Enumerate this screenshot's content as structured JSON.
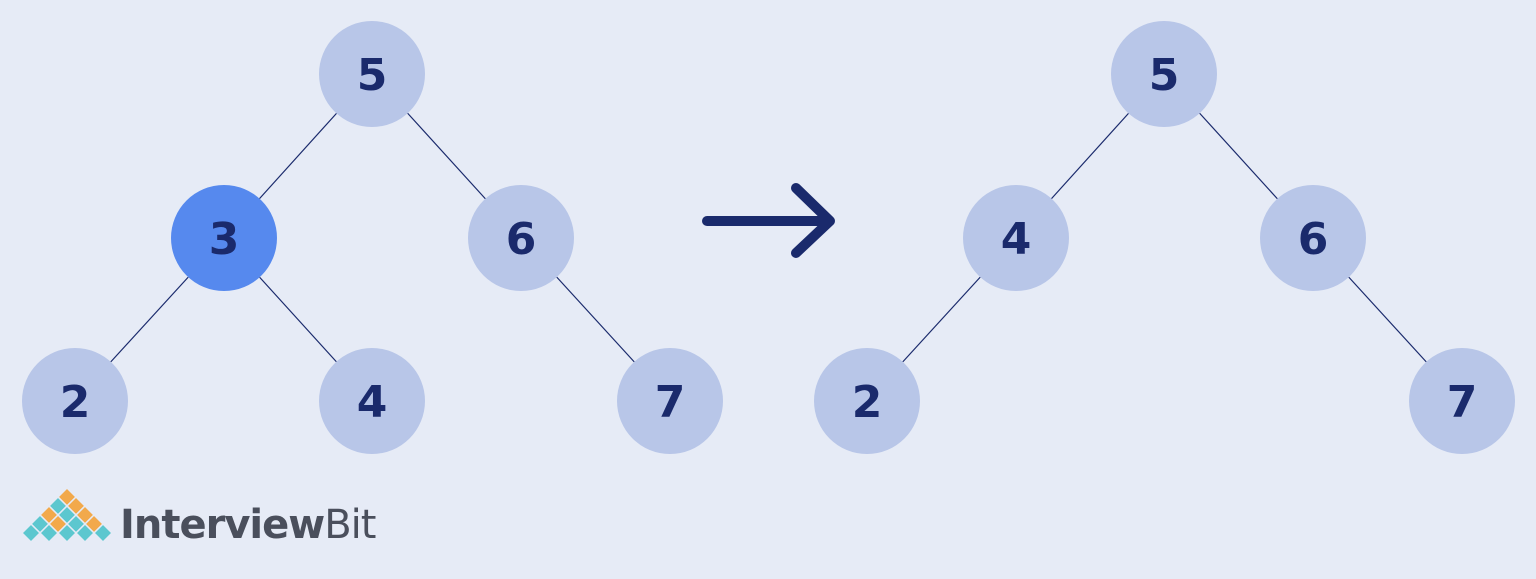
{
  "colors": {
    "background": "#e6ebf6",
    "node": "#b8c6e8",
    "node_highlight": "#5689ee",
    "label": "#1a2a6c",
    "edge": "#1a2a6c",
    "arrow": "#1a2a6c",
    "logo_orange": "#f2a94b",
    "logo_teal": "#5cc7cf",
    "brand_text": "#4a4f5c"
  },
  "before_tree": {
    "nodes": [
      {
        "id": "b5",
        "label": "5"
      },
      {
        "id": "b3",
        "label": "3",
        "highlighted": true
      },
      {
        "id": "b6",
        "label": "6"
      },
      {
        "id": "b2",
        "label": "2"
      },
      {
        "id": "b4",
        "label": "4"
      },
      {
        "id": "b7",
        "label": "7"
      }
    ],
    "edges": [
      [
        "b5",
        "b3"
      ],
      [
        "b5",
        "b6"
      ],
      [
        "b3",
        "b2"
      ],
      [
        "b3",
        "b4"
      ],
      [
        "b6",
        "b7"
      ]
    ]
  },
  "after_tree": {
    "nodes": [
      {
        "id": "a5",
        "label": "5"
      },
      {
        "id": "a4",
        "label": "4"
      },
      {
        "id": "a6",
        "label": "6"
      },
      {
        "id": "a2",
        "label": "2"
      },
      {
        "id": "a7",
        "label": "7"
      }
    ],
    "edges": [
      [
        "a5",
        "a4"
      ],
      [
        "a5",
        "a6"
      ],
      [
        "a4",
        "a2"
      ],
      [
        "a6",
        "a7"
      ]
    ]
  },
  "transition_arrow": "arrow-right-icon",
  "logo": {
    "icon": "interviewbit-logo-icon",
    "text_bold": "Interview",
    "text_regular": "Bit"
  }
}
